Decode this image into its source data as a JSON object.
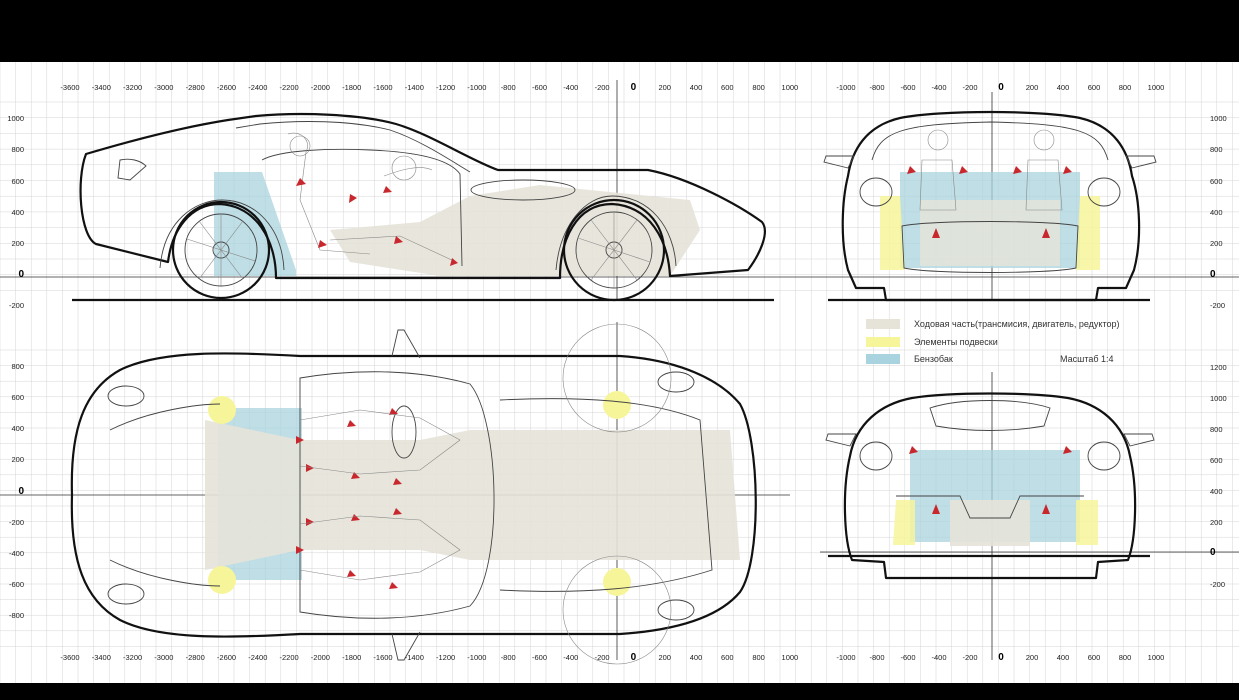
{
  "views": {
    "side": {
      "x_ticks": [
        "-3600",
        "-3400",
        "-3200",
        "-3000",
        "-2800",
        "-2600",
        "-2400",
        "-2200",
        "-2000",
        "-1800",
        "-1600",
        "-1400",
        "-1200",
        "-1000",
        "-800",
        "-600",
        "-400",
        "-200",
        "0",
        "200",
        "400",
        "600",
        "800",
        "1000"
      ],
      "y_ticks": [
        "1000",
        "800",
        "600",
        "400",
        "200",
        "0",
        "-200"
      ]
    },
    "front": {
      "x_ticks": [
        "-1000",
        "-800",
        "-600",
        "-400",
        "-200",
        "0",
        "200",
        "400",
        "600",
        "800",
        "1000"
      ],
      "y_ticks": [
        "1000",
        "800",
        "600",
        "400",
        "200",
        "0",
        "-200"
      ]
    },
    "top": {
      "x_ticks": [
        "-3600",
        "-3400",
        "-3200",
        "-3000",
        "-2800",
        "-2600",
        "-2400",
        "-2200",
        "-2000",
        "-1800",
        "-1600",
        "-1400",
        "-1200",
        "-1000",
        "-800",
        "-600",
        "-400",
        "-200",
        "0",
        "200",
        "400",
        "600",
        "800",
        "1000"
      ],
      "y_ticks": [
        "800",
        "600",
        "400",
        "200",
        "0",
        "-200",
        "-400",
        "-600",
        "-800"
      ]
    },
    "rear": {
      "x_ticks": [
        "-1000",
        "-800",
        "-600",
        "-400",
        "-200",
        "0",
        "200",
        "400",
        "600",
        "800",
        "1000"
      ],
      "y_ticks": [
        "1200",
        "1000",
        "800",
        "600",
        "400",
        "200",
        "0",
        "-200"
      ]
    }
  },
  "legend": {
    "items": [
      {
        "label": "Ходовая часть(трансмисия, двигатель, редуктор)",
        "color": "#e6e3d8"
      },
      {
        "label": "Элементы подвески",
        "color": "#f7f59a"
      },
      {
        "label": "Бензобак",
        "color": "#a9d3de"
      }
    ],
    "scale": "Масштаб 1:4"
  },
  "colors": {
    "drivetrain": "#e6e3d8",
    "suspension": "#f7f59a",
    "fuel_tank": "#a9d3de",
    "occupant_joint": "#c8272d",
    "grid": "#d4d4d4"
  }
}
